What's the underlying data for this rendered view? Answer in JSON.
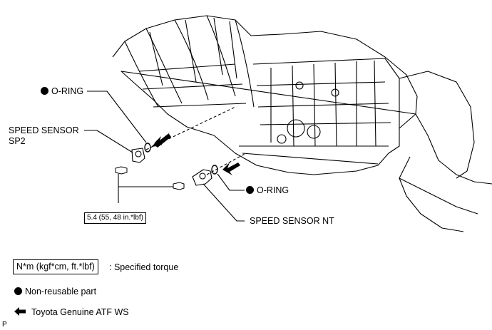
{
  "callouts": {
    "oring_upper": "O-RING",
    "speed_sensor_sp2_line1": "SPEED SENSOR",
    "speed_sensor_sp2_line2": "SP2",
    "oring_lower": "O-RING",
    "speed_sensor_nt": "SPEED SENSOR NT",
    "torque_value": "5.4 (55, 48 in.*lbf)"
  },
  "legend": {
    "torque_unit": "N*m (kgf*cm, ft.*lbf)",
    "torque_desc": ": Specified torque",
    "non_reusable": "Non-reusable part",
    "atf": "Toyota Genuine ATF WS"
  },
  "footer_code": "P",
  "icons": [
    "filled-circle-icon",
    "left-arrow-icon"
  ]
}
